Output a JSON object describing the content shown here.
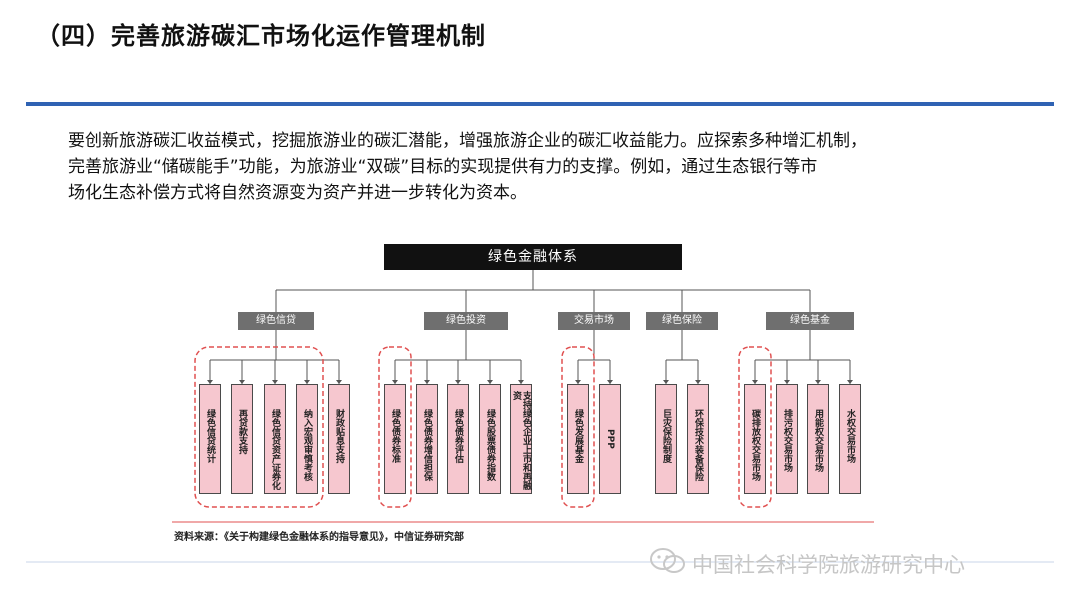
{
  "header": {
    "title": "（四）完善旅游碳汇市场化运作管理机制"
  },
  "paragraph": {
    "line1": "要创新旅游碳汇收益模式，挖掘旅游业的碳汇潜能，增强旅游企业的碳汇收益能力。应探索多种增汇机制，",
    "line2": "完善旅游业“储碳能手”功能，为旅游业“双碳”目标的实现提供有力的支撑。例如，通过生态银行等市",
    "line3": "场化生态补偿方式将自然资源变为资产并进一步转化为资本。"
  },
  "diagram": {
    "root": "绿色金融体系",
    "categories": [
      "绿色信贷",
      "绿色投资",
      "交易市场",
      "绿色保险",
      "绿色基金"
    ],
    "leaves": [
      "绿色信贷统计",
      "再贷款支持",
      "绿色信贷资产证券化",
      "纳入宏观审慎考核",
      "财政贴息支持",
      "绿色债券标准",
      "绿色债券增信担保",
      "绿色债券评估",
      "绿色股票债券指数",
      "支持绿色企业上市和再融资",
      "绿色发展基金",
      "PPP",
      "巨灾保险制度",
      "环保技术装备保险",
      "碳排放权交易市场",
      "排污权交易市场",
      "用能权交易市场",
      "水权交易市场"
    ]
  },
  "source": "资料来源：《关于构建绿色金融体系的指导意见》，中信证券研究部",
  "watermark": "中国社会科学院旅游研究中心",
  "colors": {
    "accent_rule": "#2f62b3",
    "leaf_fill": "#f6c7cf",
    "dashed_highlight": "#e05050",
    "category_fill": "#6f6f6f",
    "root_fill": "#111111"
  }
}
